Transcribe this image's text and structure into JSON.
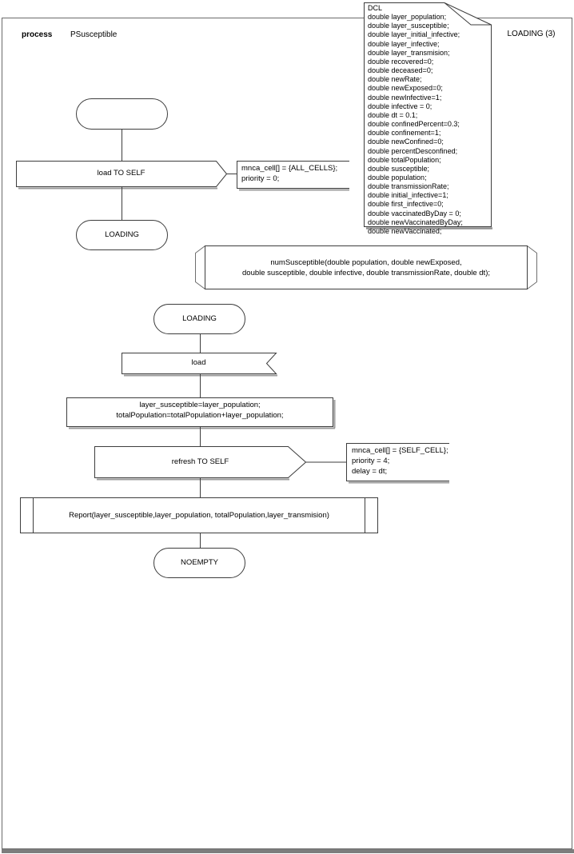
{
  "header": {
    "kind_label": "process",
    "name": "PSusceptible",
    "state_ref": "LOADING (3)"
  },
  "declarations": {
    "text": "DCL\ndouble layer_population;\ndouble layer_susceptible;\ndouble layer_initial_infective;\ndouble layer_infective;\ndouble layer_transmision;\ndouble recovered=0;\ndouble deceased=0;\ndouble newRate;\ndouble newExposed=0;\ndouble newInfective=1;\ndouble infective = 0;\ndouble dt = 0.1;\ndouble confinedPercent=0.3;\ndouble confinement=1;\ndouble newConfined=0;\ndouble percentDesconfined;\ndouble totalPopulation;\ndouble susceptible;\ndouble population;\ndouble transmissionRate;\ndouble initial_infective=1;\ndouble first_infective=0;\ndouble vaccinatedByDay = 0;\ndouble newVaccinatedByDay;\ndouble newVaccinated;"
  },
  "procedure_declaration": {
    "text": "numSusceptible(double population, double newExposed,\ndouble susceptible, double infective, double transmissionRate, double dt);"
  },
  "fragment1": {
    "output_signal": "load TO SELF",
    "output_comment": "mnca_cell[] = {ALL_CELLS};\npriority = 0;",
    "next_state": "LOADING"
  },
  "fragment2": {
    "state": "LOADING",
    "input_signal": "load",
    "task": "layer_susceptible=layer_population;\ntotalPopulation=totalPopulation+layer_population;",
    "output_signal": "refresh TO SELF",
    "output_comment": "mnca_cell[] = {SELF_CELL};\npriority = 4;\ndelay = dt;",
    "procedure_call": "Report(layer_susceptible,layer_population, totalPopulation,layer_transmision)",
    "next_state": "NOEMPTY"
  },
  "colors": {
    "stroke": "#3d3d3d",
    "shadow": "#8f8f8f",
    "page_border": "#6b6b6b",
    "background": "#ffffff"
  }
}
